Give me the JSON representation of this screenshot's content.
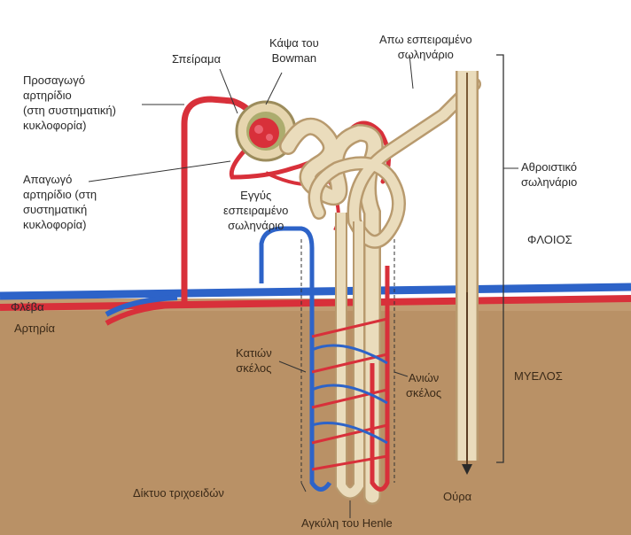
{
  "labels": {
    "spirama": "Σπείραμα",
    "bowman": [
      "Κάψα του",
      "Bowman"
    ],
    "apo": [
      "Απω εσπειραμένο",
      "σωληνάριο"
    ],
    "prosagogo": [
      "Προσαγωγό",
      "αρτηρίδιο",
      "(στη συστηματική)",
      "κυκλοφορία)"
    ],
    "apagogo": [
      "Απαγωγό",
      "αρτηρίδιο (στη",
      "συστηματική",
      "κυκλοφορία)"
    ],
    "engys": [
      "Εγγύς",
      "εσπειραμένο",
      "σωληνάριο"
    ],
    "athroistiko": [
      "Αθροιστικό",
      "σωληνάριο"
    ],
    "floios": "ΦΛΟΙΟΣ",
    "flevа": "Φλέβα",
    "artiria": "Αρτηρία",
    "katiwn": [
      "Κατιών",
      "σκέλος"
    ],
    "aniwn": [
      "Ανιών",
      "σκέλος"
    ],
    "myelos": "ΜΥΕΛΟΣ",
    "diktyo": "Δίκτυο τριχοειδών",
    "ouro": "Ούρα",
    "agkyli": "Αγκύλη του Henle"
  },
  "colors": {
    "medulla": "#b99166",
    "artery": "#d8303a",
    "vein": "#2d63c8",
    "tubule": "#eadcbc",
    "tubule_edge": "#b89a6e"
  }
}
